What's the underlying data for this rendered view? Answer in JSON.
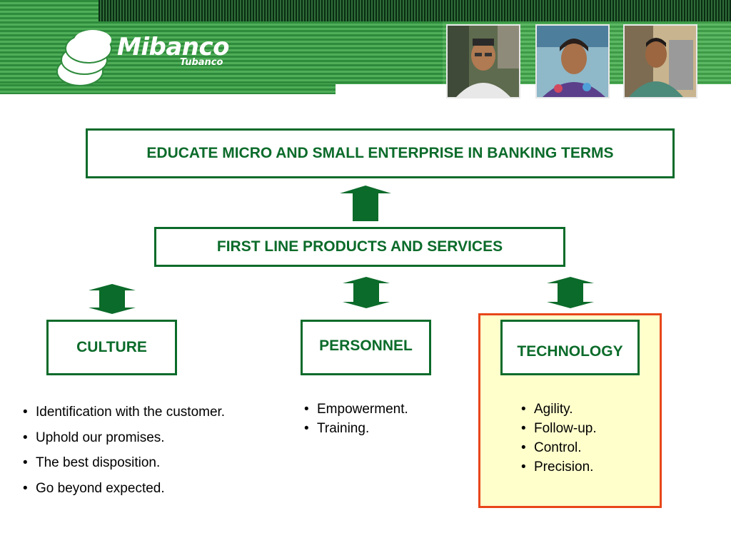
{
  "header": {
    "brand_name": "Mibanco",
    "brand_tagline": "Tubanco",
    "colors": {
      "banner_green": "#2e8b3c",
      "banner_dark": "#0a2d12",
      "accent_green": "#0b6b2a",
      "highlight_border": "#e8461a",
      "highlight_fill": "#ffffcc"
    },
    "photos": [
      "portrait-man-glasses",
      "portrait-woman-smiling",
      "portrait-man-working"
    ]
  },
  "diagram": {
    "goal": "EDUCATE MICRO AND SMALL ENTERPRISE IN BANKING TERMS",
    "products": "FIRST LINE PRODUCTS AND SERVICES",
    "pillars": [
      {
        "label": "CULTURE",
        "points": [
          "Identification with the customer.",
          "Uphold our promises.",
          "The best disposition.",
          "Go beyond expected."
        ]
      },
      {
        "label": "PERSONNEL",
        "points": [
          "Empowerment.",
          "Training."
        ]
      },
      {
        "label": "TECHNOLOGY",
        "points": [
          "Agility.",
          "Follow-up.",
          "Control.",
          "Precision."
        ]
      }
    ]
  }
}
